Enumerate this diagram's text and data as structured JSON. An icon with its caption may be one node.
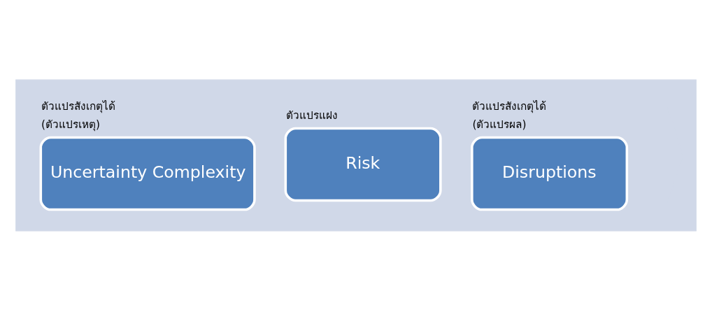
{
  "diagram": {
    "nodes": [
      {
        "text": [],
        "shape": "arrow"
      },
      {
        "text": [
          "Uncertainty Complexity"
        ],
        "in": 0,
        "beside": [
          "ตัวแปรสังเกตุได้",
          "(ตัวแปรเหตุ)"
        ]
      },
      {
        "text": [
          "Risk"
        ],
        "in": 0,
        "beside": [
          "ตัวแปรแฝง"
        ]
      },
      {
        "text": [
          "Disruptions"
        ],
        "in": 0,
        "beside": [
          "ตัวแปรสังเกตุได้",
          "(ตัวแปรผล)"
        ]
      }
    ],
    "edges": []
  }
}
